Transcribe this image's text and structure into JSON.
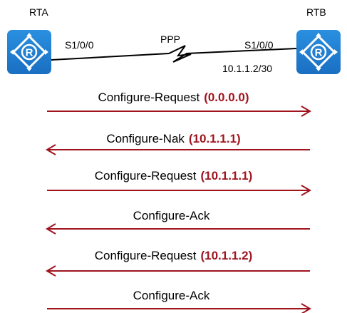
{
  "routers": {
    "left": {
      "name": "RTA",
      "port": "S1/0/0",
      "icon": "router-icon"
    },
    "right": {
      "name": "RTB",
      "port": "S1/0/0",
      "ip": "10.1.1.2/30",
      "icon": "router-icon"
    }
  },
  "link": {
    "label": "PPP",
    "icon": "serial-link-zigzag"
  },
  "colors": {
    "router": "#1a6fc2",
    "arrow": "#a0141e",
    "ip_text": "#a0141e",
    "link": "#000000"
  },
  "messages": [
    {
      "label": "Configure-Request",
      "ip": "(0.0.0.0)",
      "direction": "right"
    },
    {
      "label": "Configure-Nak",
      "ip": "(10.1.1.1)",
      "direction": "left"
    },
    {
      "label": "Configure-Request",
      "ip": "(10.1.1.1)",
      "direction": "right"
    },
    {
      "label": "Configure-Ack",
      "ip": "",
      "direction": "left"
    },
    {
      "label": "Configure-Request",
      "ip": "(10.1.1.2)",
      "direction": "left"
    },
    {
      "label": "Configure-Ack",
      "ip": "",
      "direction": "right"
    }
  ]
}
